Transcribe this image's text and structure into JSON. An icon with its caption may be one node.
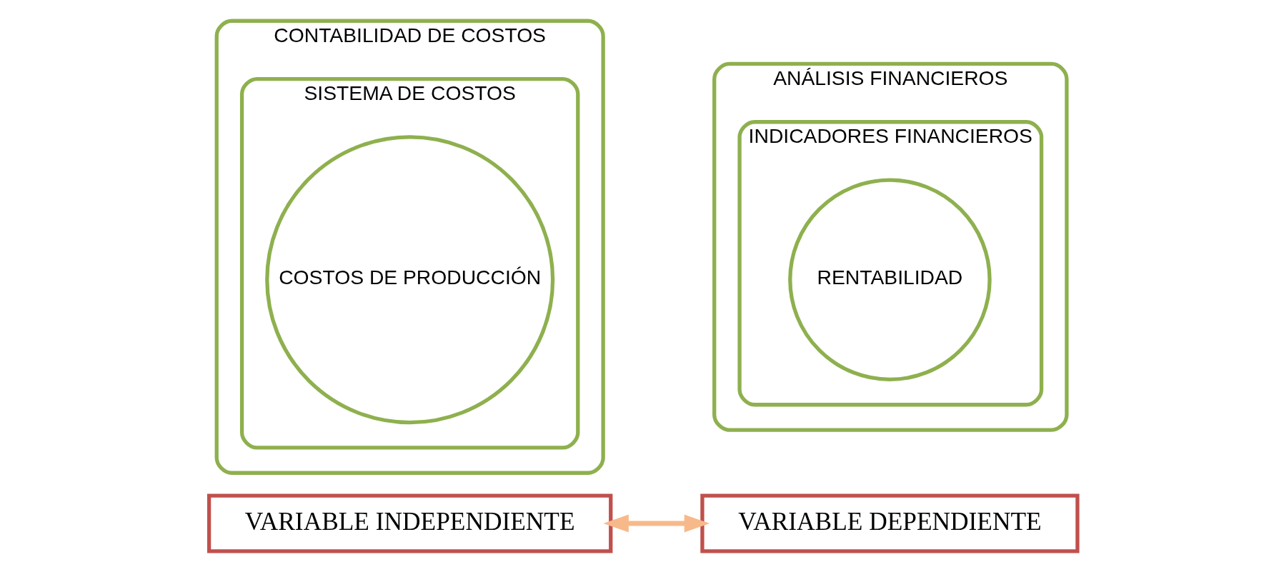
{
  "diagram": {
    "nodes": [
      {
        "text": [
          "CONTABILIDAD DE COSTOS"
        ]
      },
      {
        "text": [
          "SISTEMA DE COSTOS"
        ],
        "in": 0
      },
      {
        "text": [
          "COSTOS DE PRODUCCIÓN"
        ],
        "in": 1
      },
      {
        "text": [
          "ANÁLISIS FINANCIEROS"
        ]
      },
      {
        "text": [
          "INDICADORES FINANCIEROS"
        ],
        "in": 3
      },
      {
        "text": [
          "RENTABILIDAD"
        ],
        "in": 4
      },
      {
        "text": [
          "VARIABLE INDEPENDIENTE"
        ]
      },
      {
        "text": [
          "VARIABLE DEPENDIENTE"
        ]
      }
    ],
    "edges": [
      {
        "from": 6,
        "to": 7,
        "arrow": "both"
      }
    ]
  }
}
